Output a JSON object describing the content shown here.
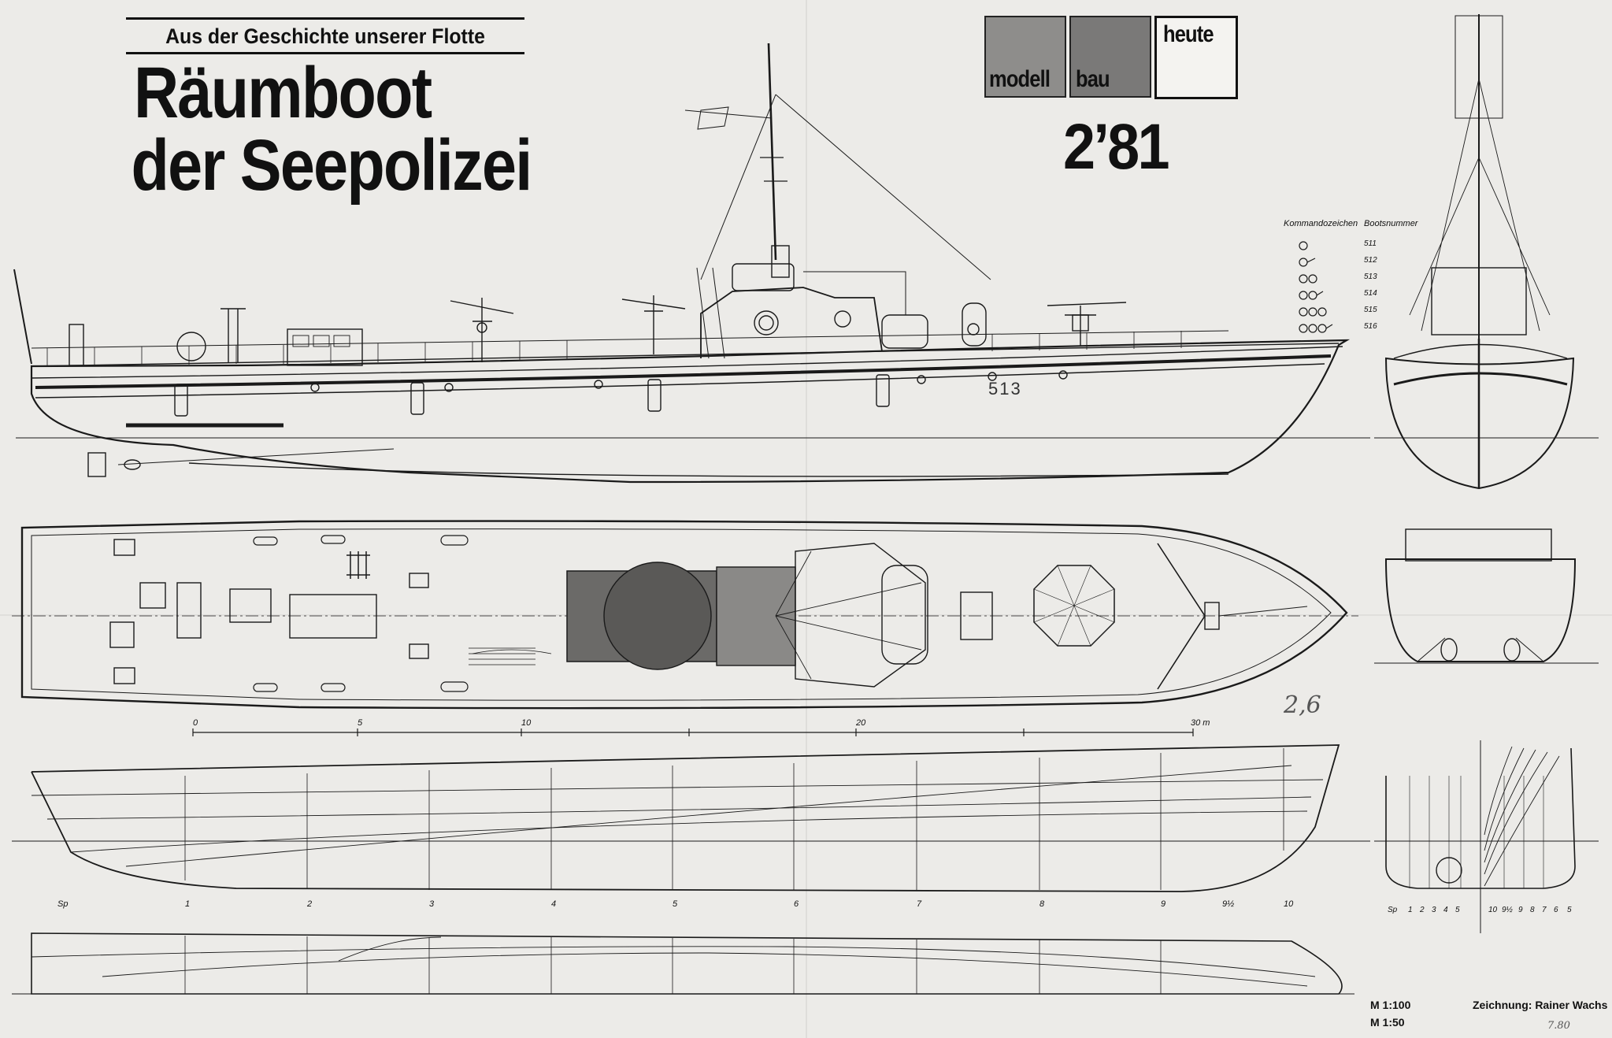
{
  "header": {
    "kicker": "Aus der Geschichte unserer Flotte",
    "title_line1": "Räumboot",
    "title_line2": "der Seepolizei"
  },
  "logo": {
    "word1": "modell",
    "word2": "bau",
    "word3": "heute",
    "issue": "2’81"
  },
  "designation_table": {
    "col1_header": "Kommandozeichen",
    "col2_header": "Bootsnummer",
    "boat_numbers": [
      "511",
      "512",
      "513",
      "514",
      "515",
      "516"
    ]
  },
  "side_view": {
    "hull_number": "513"
  },
  "scale_bar": {
    "labels": [
      "0",
      "5",
      "10",
      "20",
      "30 m"
    ]
  },
  "frames": {
    "labels": [
      "Sp",
      "1",
      "2",
      "3",
      "4",
      "5",
      "6",
      "7",
      "8",
      "9",
      "9½",
      "10"
    ]
  },
  "body_plan": {
    "labels": [
      "Sp",
      "1",
      "2",
      "3",
      "4",
      "5",
      "10",
      "9½",
      "9",
      "8",
      "7",
      "6",
      "5"
    ]
  },
  "footer": {
    "scale_1": "M 1:100",
    "scale_2": "M 1:50",
    "drawing_credit": "Zeichnung: Rainer Wachs"
  },
  "annotations": {
    "pencil_note": "2,6",
    "pencil_date": "7.80"
  }
}
